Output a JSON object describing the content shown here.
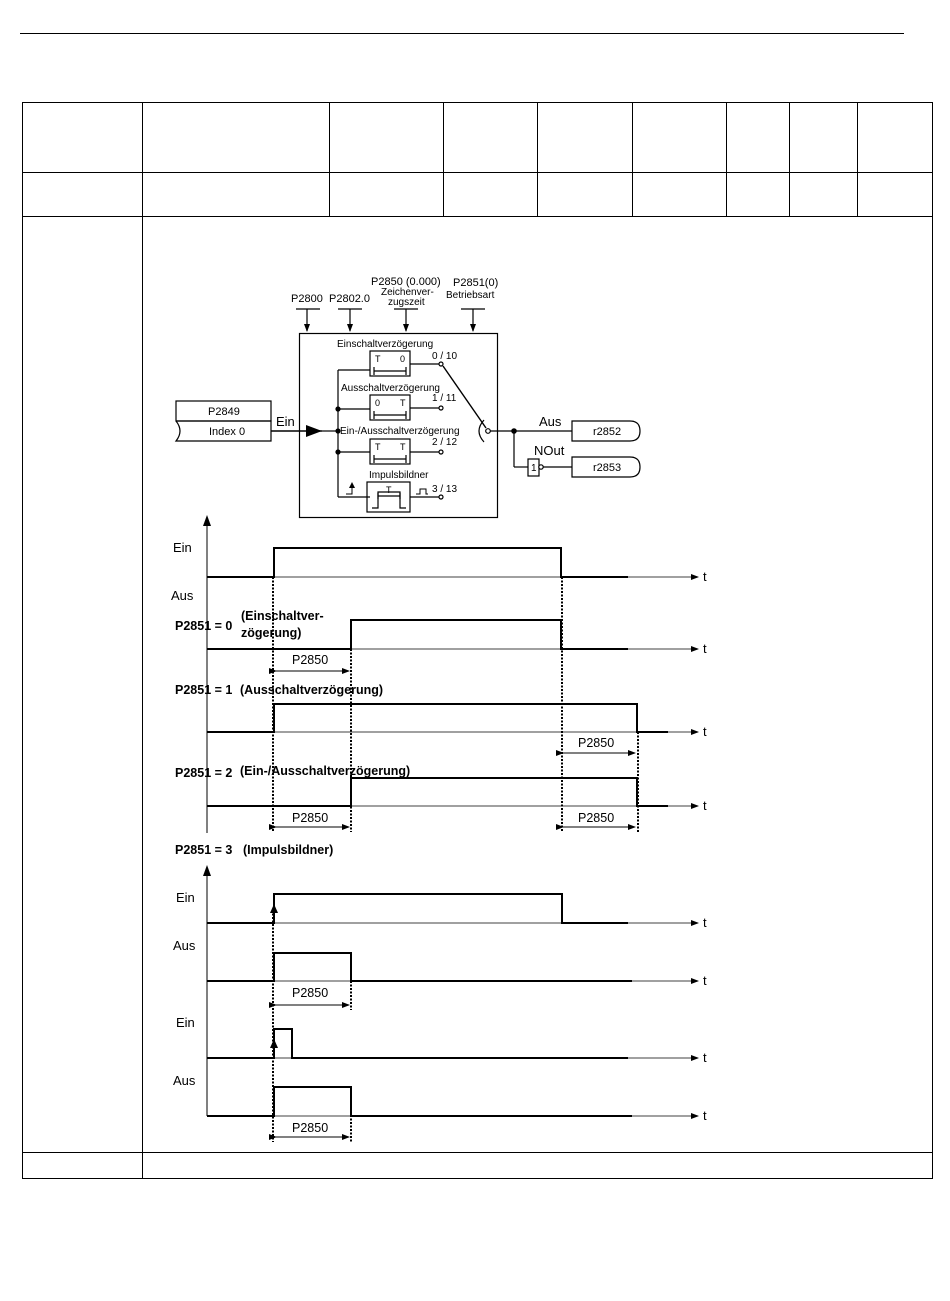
{
  "diagram": {
    "params": {
      "p2800": "P2800",
      "p2802": "P2802.0",
      "p2850_line1": "P2850 (0.000)",
      "p2850_line2": "Zeichenver-",
      "p2850_line3": "zugszeit",
      "p2851_line1": "P2851(0)",
      "p2851_line2": "Betriebsart"
    },
    "input": {
      "label": "P2849",
      "index": "Index 0",
      "signal": "Ein"
    },
    "modes": [
      {
        "name": "Einschaltverzögerung",
        "code": "0 / 10",
        "box_left": "T",
        "box_right": "0"
      },
      {
        "name": "Ausschaltverzögerung",
        "code": "1 / 11",
        "box_left": "0",
        "box_right": "T"
      },
      {
        "name": "Ein-/Ausschaltverzögerung",
        "code": "2 / 12",
        "box_left": "T",
        "box_right": "T"
      },
      {
        "name": "Impulsbildner",
        "code": "3 / 13",
        "box_left": "T",
        "box_right": ""
      }
    ],
    "outputs": {
      "aus_label": "Aus",
      "nout_label": "NOut",
      "inverter": "1",
      "r2852": "r2852",
      "r2853": "r2853"
    }
  },
  "timing": {
    "ein": "Ein",
    "aus": "Aus",
    "t": "t",
    "p2850": "P2850",
    "mode0_head": "P2851 = 0",
    "mode0_desc_line1": "(Einschaltver-",
    "mode0_desc_line2": "zögerung)",
    "mode1_head": "P2851 = 1",
    "mode1_desc": "(Ausschaltverzögerung)",
    "mode2_head": "P2851 = 2",
    "mode2_desc": "(Ein-/Ausschaltverzögerung)",
    "mode3_head": "P2851 = 3",
    "mode3_desc": "(Impulsbildner)"
  }
}
